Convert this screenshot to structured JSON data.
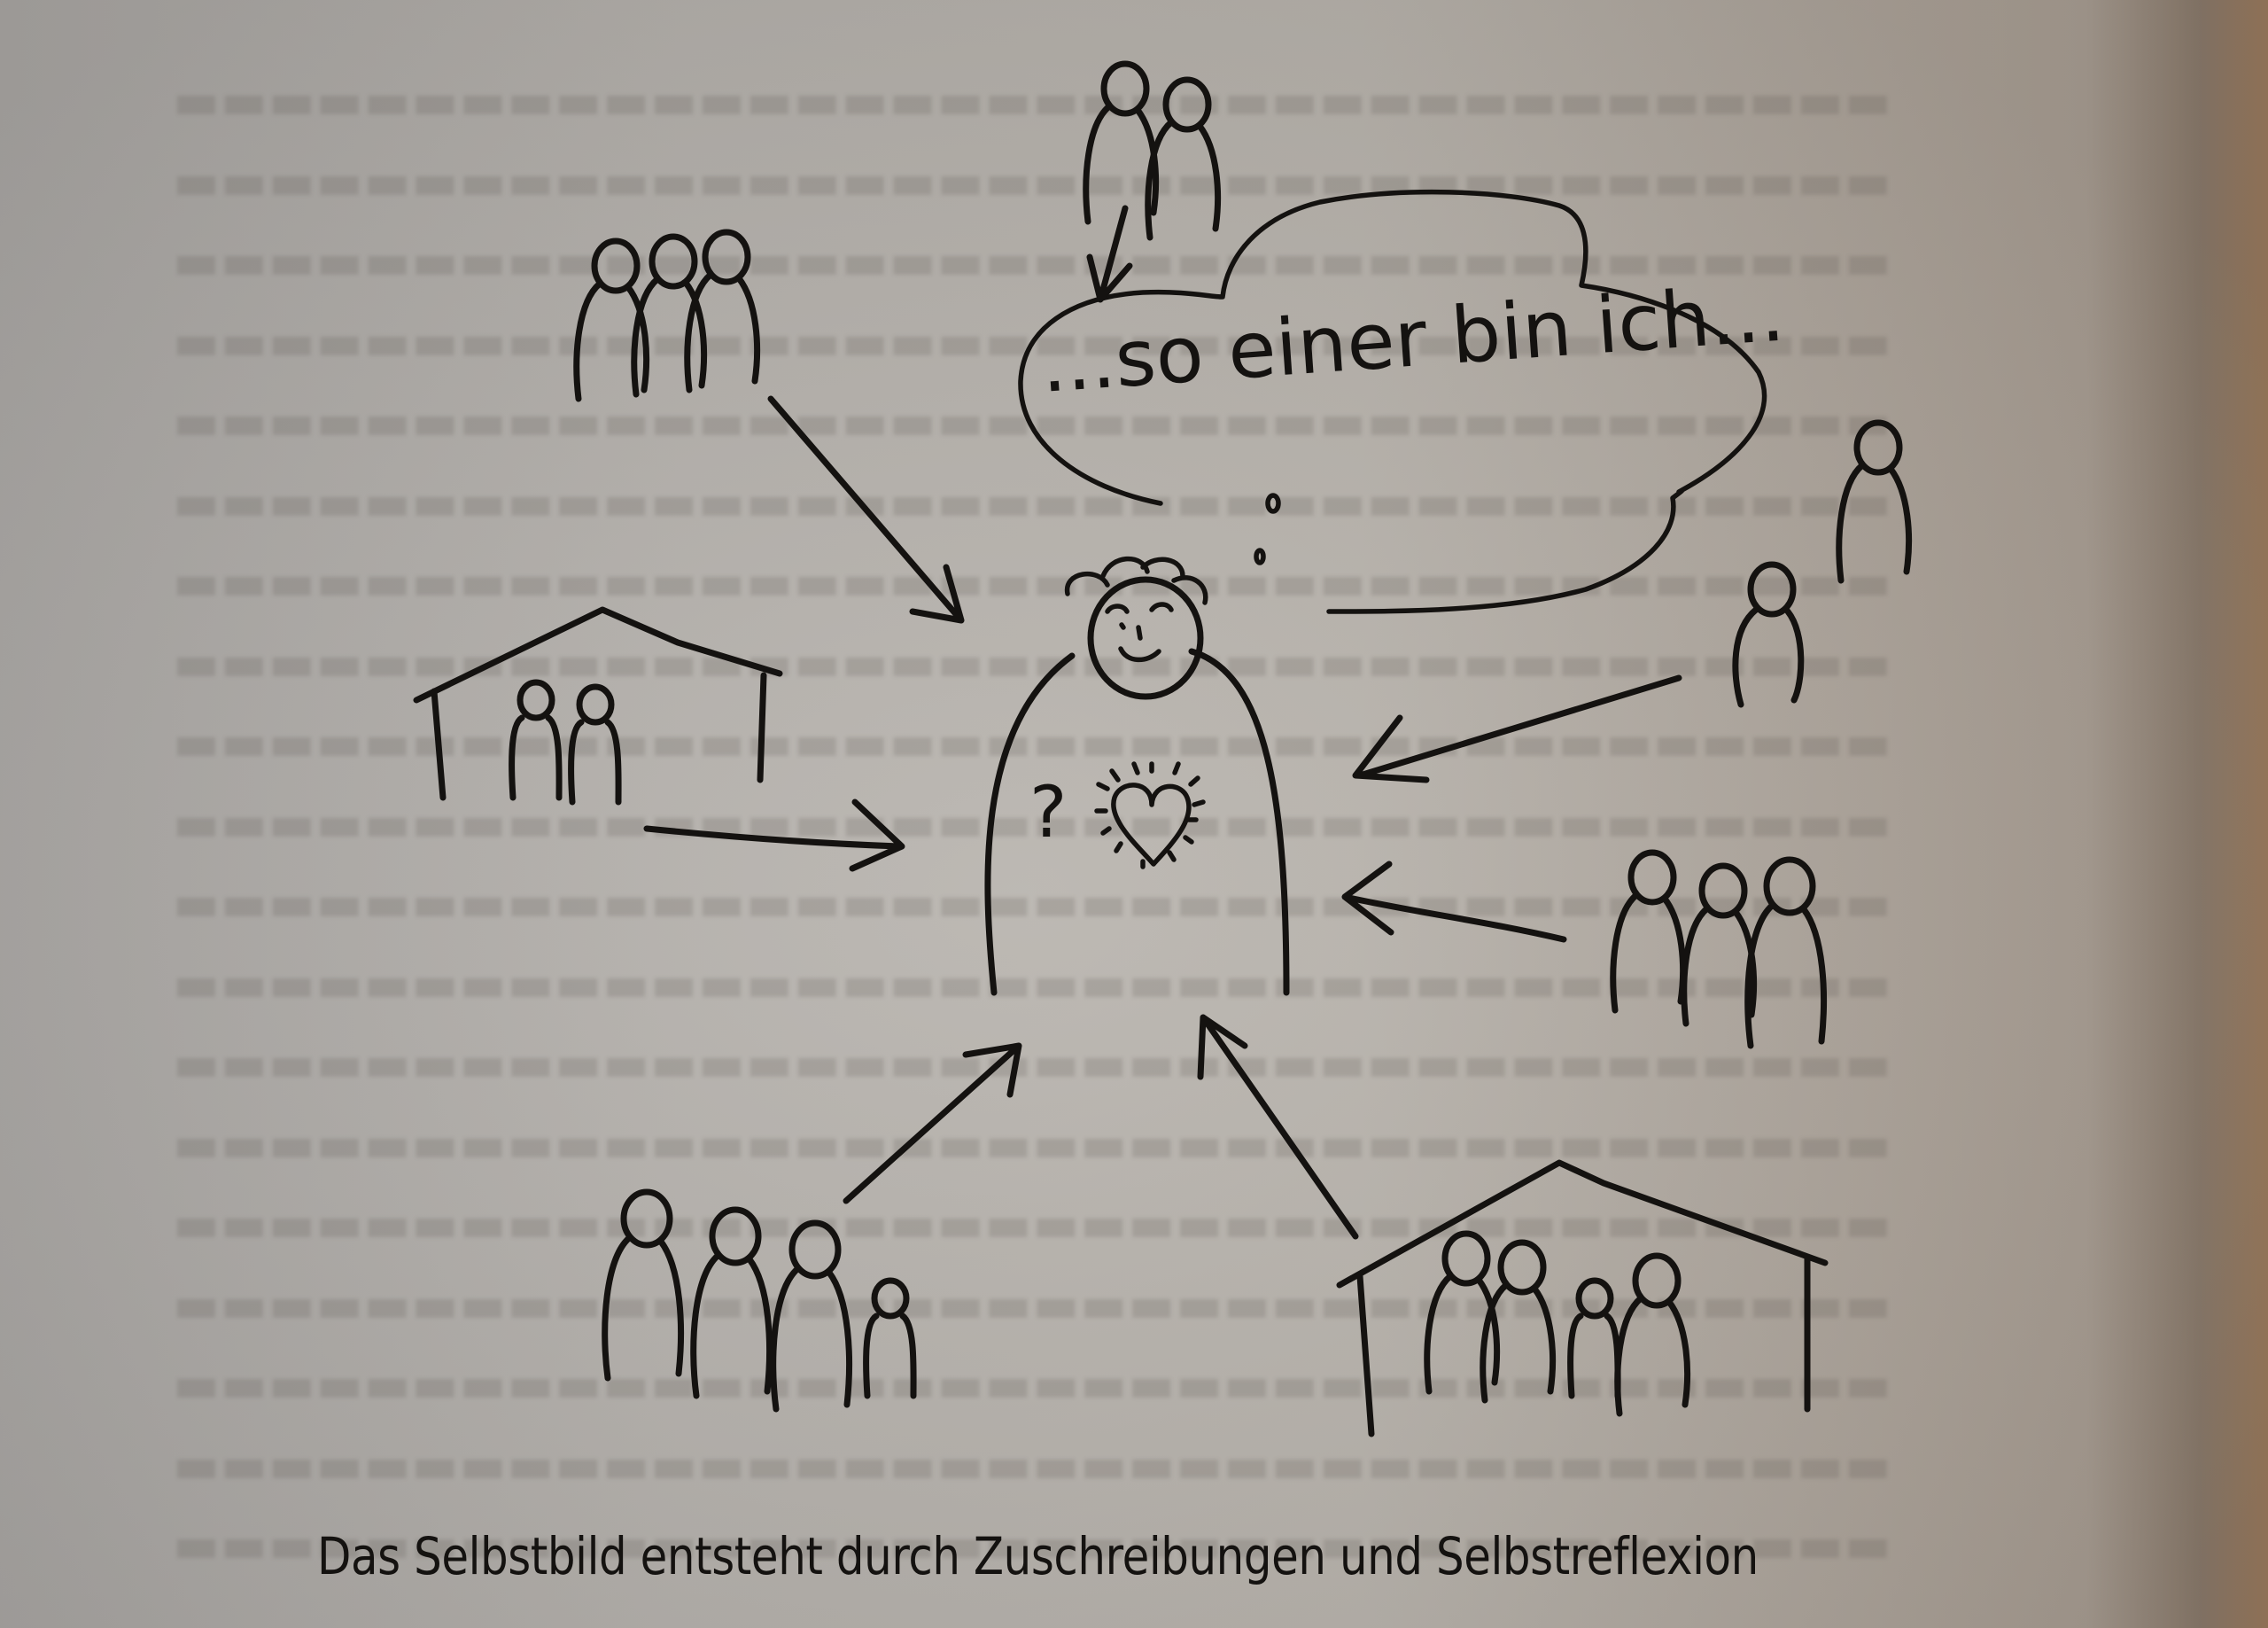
{
  "figure": {
    "thought_bubble_text": "...so einer bin ich...",
    "center_symbol_question": "?",
    "center_symbol_heart": "heart-icon",
    "caption": "Das Selbstbild entsteht durch Zuschreibungen und Selbstreflexion"
  },
  "groups": [
    {
      "id": "top-pair",
      "people": 2,
      "in_house": false
    },
    {
      "id": "top-left-trio",
      "people": 3,
      "in_house": false
    },
    {
      "id": "left-house-pair",
      "people": 2,
      "in_house": true
    },
    {
      "id": "bottom-left-four",
      "people": 4,
      "in_house": false
    },
    {
      "id": "bottom-right-house-four",
      "people": 4,
      "in_house": true
    },
    {
      "id": "right-single-upper",
      "people": 1,
      "in_house": false
    },
    {
      "id": "right-single-middle",
      "people": 1,
      "in_house": false
    },
    {
      "id": "right-trio",
      "people": 3,
      "in_house": false
    }
  ],
  "colors": {
    "ink": "#141210",
    "paper": "#b4b0ab"
  }
}
